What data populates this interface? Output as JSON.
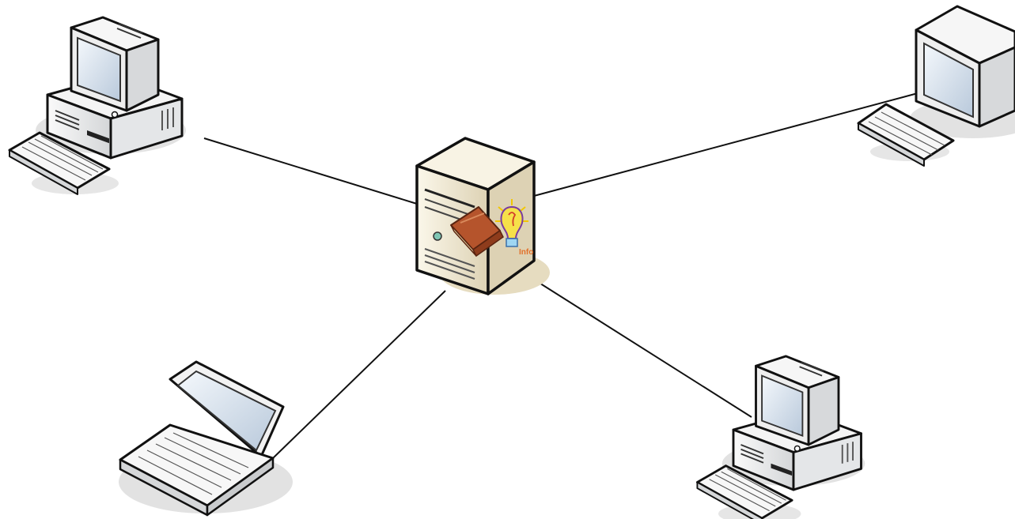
{
  "diagram": {
    "type": "star-network",
    "colors": {
      "background": "#ffffff",
      "link": "#111111",
      "device_body": "#f2f2f2",
      "device_shade": "#cfd3d6",
      "screen": "#dfe8f2",
      "server_body": "#f4eedc",
      "server_shade": "#d8cdb0",
      "shadow": "#e2e2e2",
      "book": "#b5542c",
      "bulb": "#f6e04a"
    },
    "hub": {
      "id": "server",
      "icon": "server-icon",
      "badges": [
        "book-icon",
        "lightbulb-icon"
      ],
      "badge_text": "Info"
    },
    "nodes": [
      {
        "id": "pc-top-left",
        "icon": "desktop-computer-icon"
      },
      {
        "id": "pc-top-right",
        "icon": "desktop-computer-icon"
      },
      {
        "id": "laptop-bottom-left",
        "icon": "laptop-icon"
      },
      {
        "id": "pc-bottom-right",
        "icon": "desktop-computer-icon"
      }
    ],
    "links": [
      {
        "from": "server",
        "to": "pc-top-left"
      },
      {
        "from": "server",
        "to": "pc-top-right"
      },
      {
        "from": "server",
        "to": "laptop-bottom-left"
      },
      {
        "from": "server",
        "to": "pc-bottom-right"
      }
    ]
  }
}
